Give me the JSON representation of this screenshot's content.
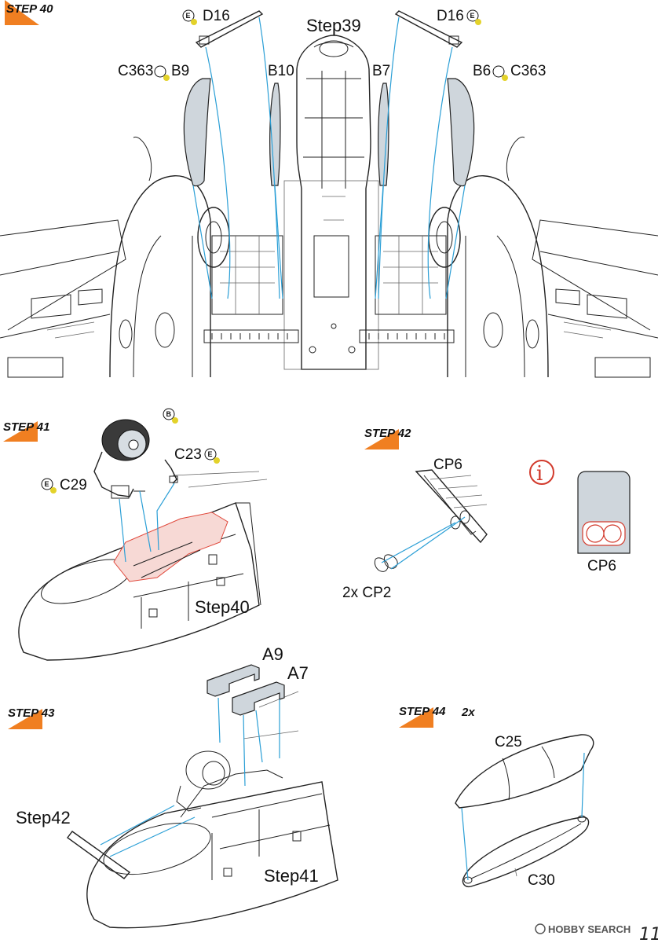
{
  "steps": {
    "s40": {
      "label": "STEP 40"
    },
    "s41": {
      "label": "STEP 41"
    },
    "s42": {
      "label": "STEP 42"
    },
    "s43": {
      "label": "STEP 43"
    },
    "s44": {
      "label": "STEP 44",
      "qty": "2x"
    }
  },
  "step40_labels": {
    "d16_left": "D16",
    "d16_right": "D16",
    "step39": "Step39",
    "c363_left": "C363",
    "b9": "B9",
    "b10": "B10",
    "b7": "B7",
    "b6": "B6",
    "c363_right": "C363"
  },
  "step41_labels": {
    "c23": "C23",
    "c29": "C29",
    "step40": "Step40"
  },
  "step42_labels": {
    "cp6": "CP6",
    "cp2": "2x CP2",
    "cp6_detail": "CP6"
  },
  "step43_labels": {
    "a9": "A9",
    "a7": "A7",
    "step42": "Step42",
    "step41": "Step41"
  },
  "step44_labels": {
    "c25": "C25",
    "c30": "C30"
  },
  "icons": {
    "e": "E",
    "b": "B"
  },
  "footer": {
    "watermark": "HOBBY SEARCH",
    "page_number": "11"
  },
  "colors": {
    "step_orange": "#f07f21",
    "arrow_blue": "#2b9fd6",
    "part_gray": "#cfd6dc",
    "highlight_red": "#e0473a",
    "glue_yellow": "#e3d22a"
  }
}
